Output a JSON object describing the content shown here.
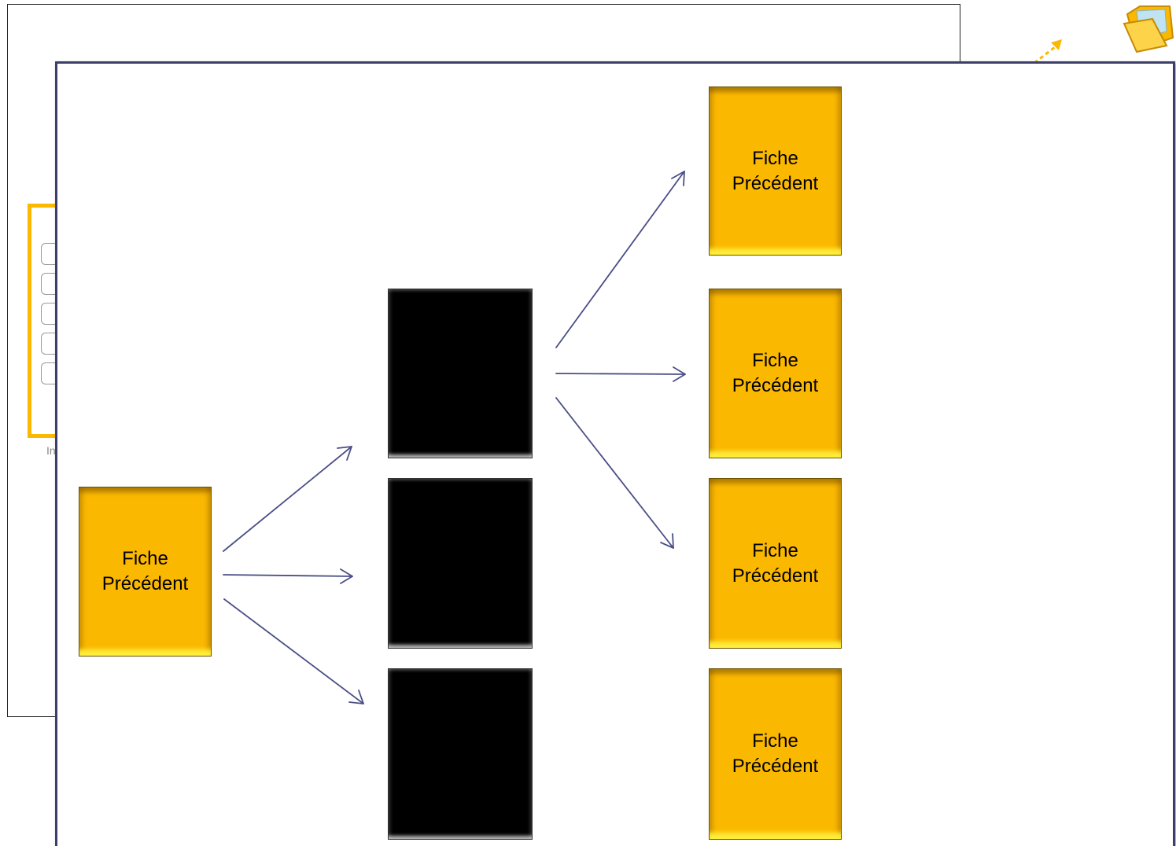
{
  "diagram": {
    "card_label_line1": "Fiche",
    "card_label_line2": "Précédent",
    "back_caption": "In",
    "colors": {
      "gold": "#fbb800",
      "black": "#000000",
      "arrow": "#4a4e86",
      "slide_border": "#3c3f6a",
      "accent_dashed_arrow": "#fbb800"
    },
    "icons": [
      "dashed-arrow-icon",
      "folder-icon"
    ]
  }
}
